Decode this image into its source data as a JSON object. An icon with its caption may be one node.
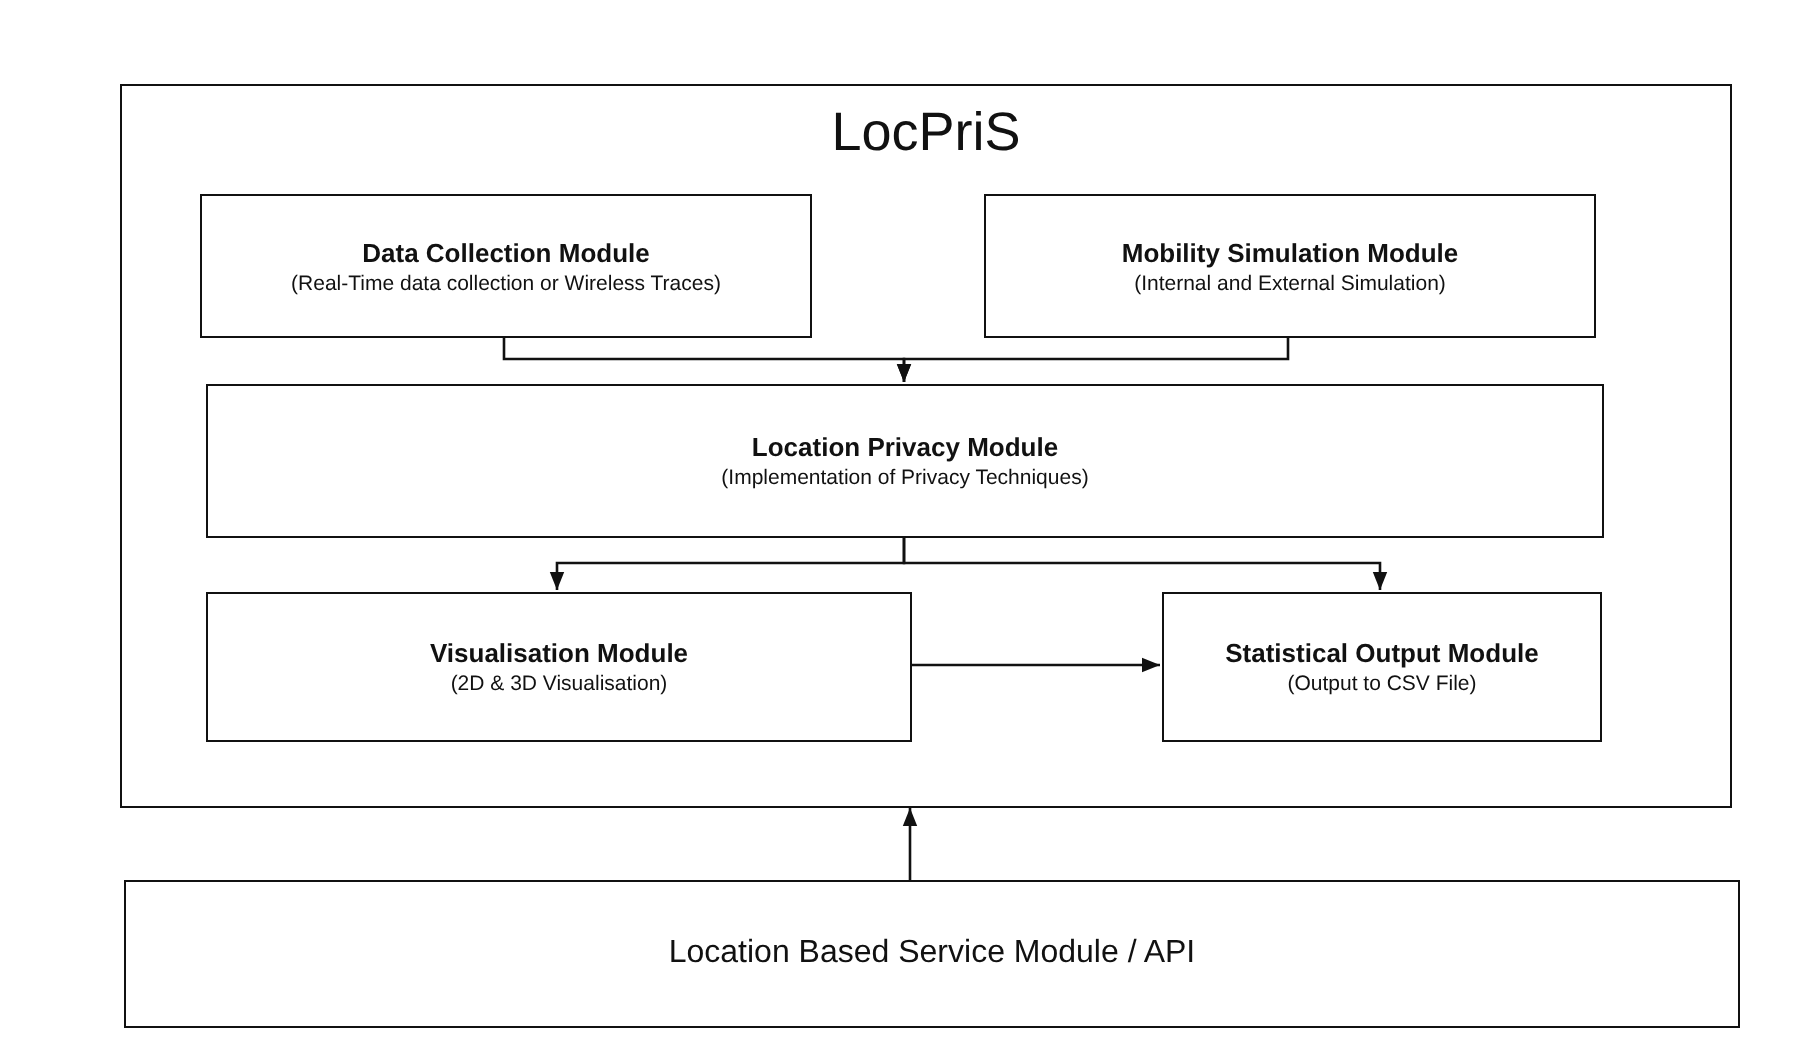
{
  "diagram": {
    "nodes": [
      {
        "text": [
          "LocPriS"
        ]
      },
      {
        "text": [
          "Data Collection Module",
          "(Real-Time data collection or Wireless Traces)"
        ],
        "in": 0
      },
      {
        "text": [
          "Mobility Simulation Module",
          "(Internal and External Simulation)"
        ],
        "in": 0
      },
      {
        "text": [
          "Location Privacy Module",
          "(Implementation of Privacy Techniques)"
        ],
        "in": 0
      },
      {
        "text": [
          "Visualisation Module",
          "(2D & 3D Visualisation)"
        ],
        "in": 0
      },
      {
        "text": [
          "Statistical Output Module",
          "(Output to CSV File)"
        ],
        "in": 0
      },
      {
        "text": [
          "Location Based Service Module / API"
        ]
      }
    ],
    "edges": [
      {
        "from": 1,
        "to": 3,
        "arrow": "to"
      },
      {
        "from": 2,
        "to": 3,
        "arrow": "to"
      },
      {
        "from": 3,
        "to": 4,
        "arrow": "to"
      },
      {
        "from": 3,
        "to": 5,
        "arrow": "to"
      },
      {
        "from": 4,
        "to": 5,
        "arrow": "to"
      },
      {
        "from": 6,
        "to": 0,
        "arrow": "to"
      }
    ]
  }
}
